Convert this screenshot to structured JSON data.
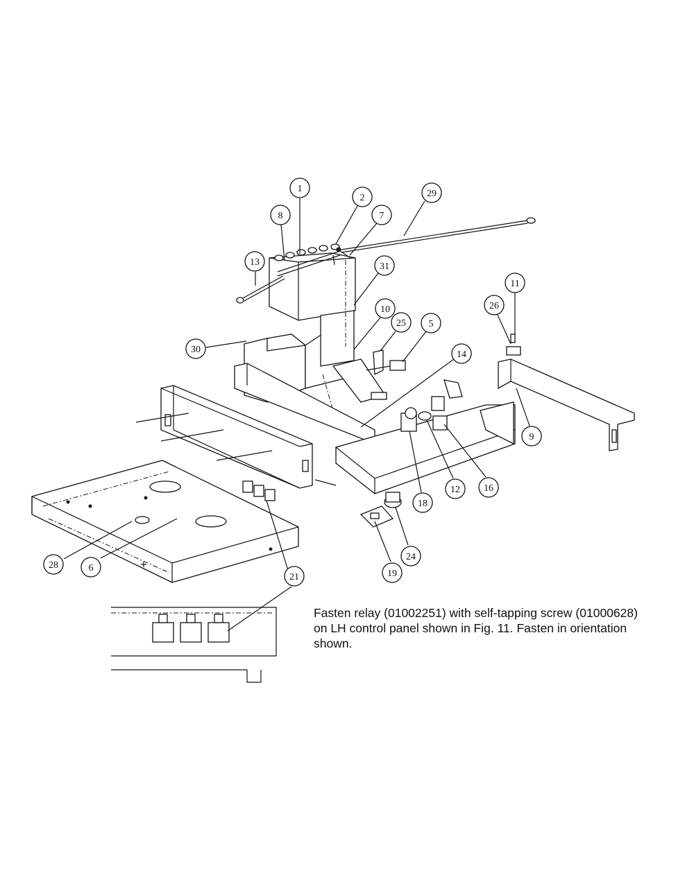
{
  "diagram": {
    "callouts": [
      {
        "id": "c1",
        "label": "1"
      },
      {
        "id": "c2",
        "label": "2"
      },
      {
        "id": "c29",
        "label": "29"
      },
      {
        "id": "c8",
        "label": "8"
      },
      {
        "id": "c7",
        "label": "7"
      },
      {
        "id": "c13",
        "label": "13"
      },
      {
        "id": "c31",
        "label": "31"
      },
      {
        "id": "c10",
        "label": "10"
      },
      {
        "id": "c25",
        "label": "25"
      },
      {
        "id": "c5",
        "label": "5"
      },
      {
        "id": "c30",
        "label": "30"
      },
      {
        "id": "c14",
        "label": "14"
      },
      {
        "id": "c11",
        "label": "11"
      },
      {
        "id": "c26",
        "label": "26"
      },
      {
        "id": "c9",
        "label": "9"
      },
      {
        "id": "c18",
        "label": "18"
      },
      {
        "id": "c12",
        "label": "12"
      },
      {
        "id": "c16",
        "label": "16"
      },
      {
        "id": "c24",
        "label": "24"
      },
      {
        "id": "c19",
        "label": "19"
      },
      {
        "id": "c28",
        "label": "28"
      },
      {
        "id": "c6",
        "label": "6"
      },
      {
        "id": "c21a",
        "label": "21"
      }
    ]
  },
  "note": {
    "line1": "Fasten relay (01002251) with self-tapping screw (01000628)",
    "line2": "on LH control panel shown in Fig. 11. Fasten in orientation",
    "line3": "shown."
  }
}
